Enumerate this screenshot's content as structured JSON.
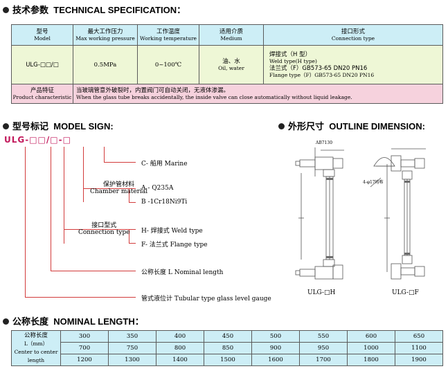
{
  "tech_spec": {
    "heading_cn": "技术参数",
    "heading_en": "TECHNICAL SPECIFICATION：",
    "columns": [
      {
        "cn": "型号",
        "en": "Model"
      },
      {
        "cn": "最大工作压力",
        "en": "Max working pressure"
      },
      {
        "cn": "工作温度",
        "en": "Working temperature"
      },
      {
        "cn": "适用介质",
        "en": "Medium"
      },
      {
        "cn": "接口形式",
        "en": "Connection type"
      }
    ],
    "row": {
      "model": "ULG-□□/□",
      "pressure": "0.5MPa",
      "temperature": "0~100℃",
      "medium_cn": "油、水",
      "medium_en": "Oil, water",
      "connection": [
        "焊接式（H 型）",
        "Weld type(H type)",
        "法兰式（F）GB573-65 DN20 PN16",
        "Flange type（F）GB573-65 DN20 PN16"
      ]
    },
    "product_char": {
      "label_cn": "产品特征",
      "label_en": "Product characteristic",
      "text_cn": "当玻璃管意外破裂时，内置阀门可自动关闭，无液体渗漏。",
      "text_en": "When the glass tube breaks accidentally, the inside valve can close automatically without liquid leakage."
    }
  },
  "model_sign": {
    "heading_cn": "型号标记",
    "heading_en": "MODEL SIGN:",
    "code": "ULG-□□/□-□",
    "items": {
      "marine": "C- 船用  Marine",
      "chamber_cn": "保护管材料",
      "chamber_en": "Chamber material",
      "chamber_a": "A - Q235A",
      "chamber_b": "B -1Cr18Ni9Ti",
      "conn_cn": "接口型式",
      "conn_en": "Connection type",
      "conn_h": "H- 焊接式  Weld type",
      "conn_f": "F- 法兰式  Flange type",
      "nominal": "公称长度  L  Nominal length",
      "gauge": "管式液位计  Tubular type glass level gauge"
    }
  },
  "outline": {
    "heading_cn": "外形尺寸",
    "heading_en": "OUTLINE DIMENSION:",
    "dim_top": "AB7130",
    "dim_side": "4-φ17均布",
    "caption_h": "ULG-□H",
    "caption_f": "ULG-□F"
  },
  "nominal_length": {
    "heading_cn": "公称长度",
    "heading_en": "NOMINAL LENGTH：",
    "label_lines": [
      "公称长度",
      "L（mm）",
      "Center to center",
      "length"
    ],
    "rows": [
      [
        "300",
        "350",
        "400",
        "450",
        "500",
        "550",
        "600",
        "650"
      ],
      [
        "700",
        "750",
        "800",
        "850",
        "900",
        "950",
        "1000",
        "1100"
      ],
      [
        "1200",
        "1300",
        "1400",
        "1500",
        "1600",
        "1700",
        "1800",
        "1900"
      ]
    ]
  }
}
